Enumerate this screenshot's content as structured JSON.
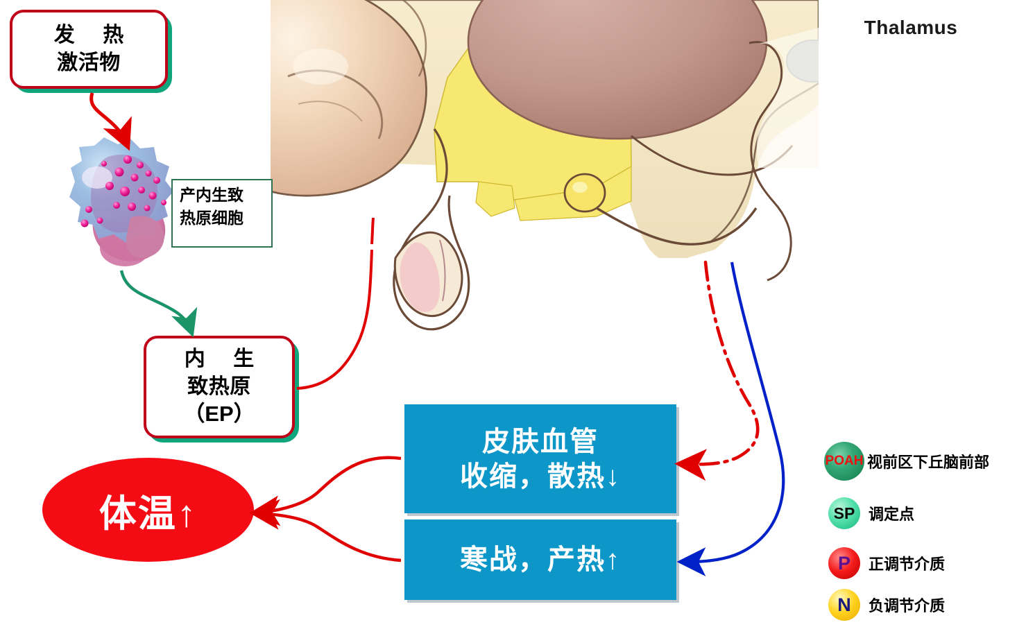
{
  "diagram": {
    "title": "Fever pathogenesis flow diagram",
    "boxes": {
      "activator": {
        "name": "fever-activator",
        "line1": "发  热",
        "line2": "激活物"
      },
      "cell_caption": {
        "name": "pyrogen-producing-cell",
        "line1": "产内生致",
        "line2": "热原细胞"
      },
      "ep": {
        "name": "endogenous-pyrogen",
        "line1": "内  生",
        "line2": "致热原",
        "line3": "（EP）"
      },
      "body_temp": {
        "name": "body-temperature-rise",
        "text": "体温↑"
      },
      "vasoconstriction": {
        "name": "skin-vasoconstriction",
        "line1": "皮肤血管",
        "line2": "收缩，散热↓"
      },
      "shivering": {
        "name": "shivering-heat-production",
        "line1": "寒战，产热↑"
      }
    },
    "brain": {
      "thalamus_label": "Thalamus"
    },
    "legend": {
      "items": [
        {
          "badge": "POAH",
          "label": "视前区下丘脑前部"
        },
        {
          "badge": "SP",
          "label": "调定点"
        },
        {
          "badge": "P",
          "label": "正调节介质"
        },
        {
          "badge": "N",
          "label": "负调节介质"
        }
      ]
    },
    "colors": {
      "box_border_red": "#c00018",
      "box_shadow_green": "#0fa67e",
      "caption_border_green": "#2a7550",
      "blue_box": "#0d96c8",
      "ellipse_red": "#f40b14",
      "arrow_red": "#e00000",
      "arrow_green": "#1a9468",
      "arrow_blue": "#0021c8",
      "hypothalamus_yellow": "#f6e870",
      "thalamus_brown": "#c09a8e"
    }
  }
}
